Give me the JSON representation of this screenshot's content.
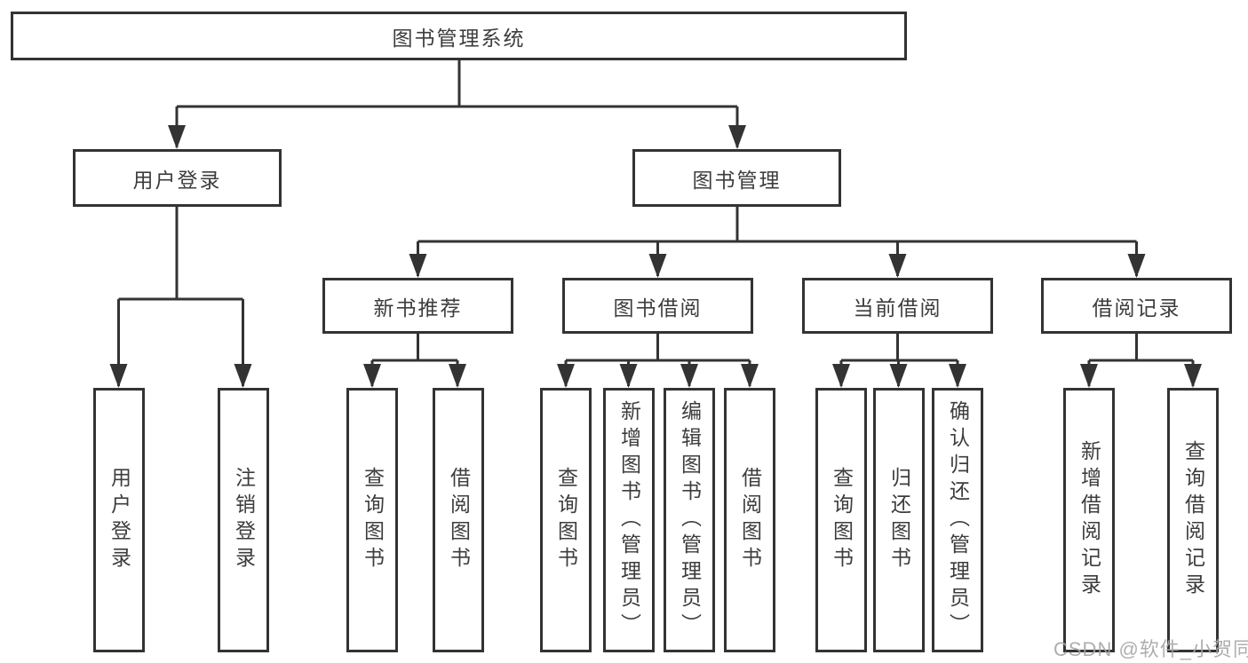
{
  "diagram": {
    "root": {
      "label": "图书管理系统"
    },
    "branches": [
      {
        "label": "用户登录",
        "children": [
          {
            "label": "用户登录"
          },
          {
            "label": "注销登录"
          }
        ]
      },
      {
        "label": "图书管理",
        "children": [
          {
            "label": "新书推荐",
            "children": [
              {
                "label": "查询图书"
              },
              {
                "label": "借阅图书"
              }
            ]
          },
          {
            "label": "图书借阅",
            "children": [
              {
                "label": "查询图书"
              },
              {
                "label": "新增图书（管理员）"
              },
              {
                "label": "编辑图书（管理员）"
              },
              {
                "label": "借阅图书"
              }
            ]
          },
          {
            "label": "当前借阅",
            "children": [
              {
                "label": "查询图书"
              },
              {
                "label": "归还图书"
              },
              {
                "label": "确认归还（管理员）"
              }
            ]
          },
          {
            "label": "借阅记录",
            "children": [
              {
                "label": "新增借阅记录"
              },
              {
                "label": "查询借阅记录"
              }
            ]
          }
        ]
      }
    ],
    "watermark": "CSDN @软件_小贺同学",
    "colors": {
      "line": "#333333",
      "box_border": "#333333",
      "text": "#3d3d3d",
      "watermark": "#a5a5a5",
      "background": "#ffffff"
    }
  }
}
